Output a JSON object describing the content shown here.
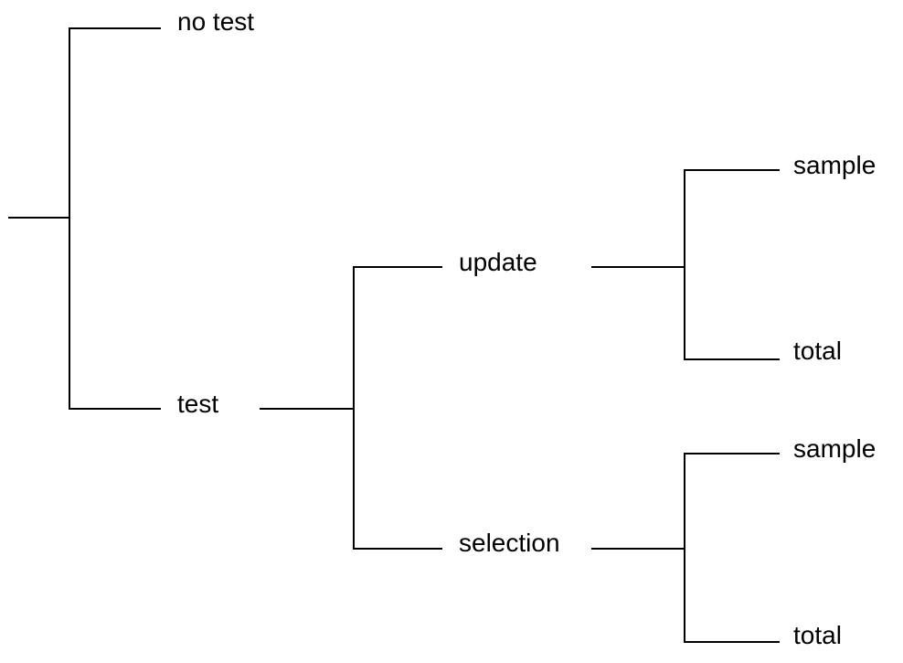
{
  "tree": {
    "root_to_test_branch": {
      "no_test": "no test",
      "test": "test"
    },
    "test_branch": {
      "update": "update",
      "selection": "selection"
    },
    "update_branch": {
      "sample": "sample",
      "total": "total"
    },
    "selection_branch": {
      "sample": "sample",
      "total": "total"
    }
  },
  "colors": {
    "line": "#000000",
    "text": "#000000",
    "background": "#ffffff"
  }
}
